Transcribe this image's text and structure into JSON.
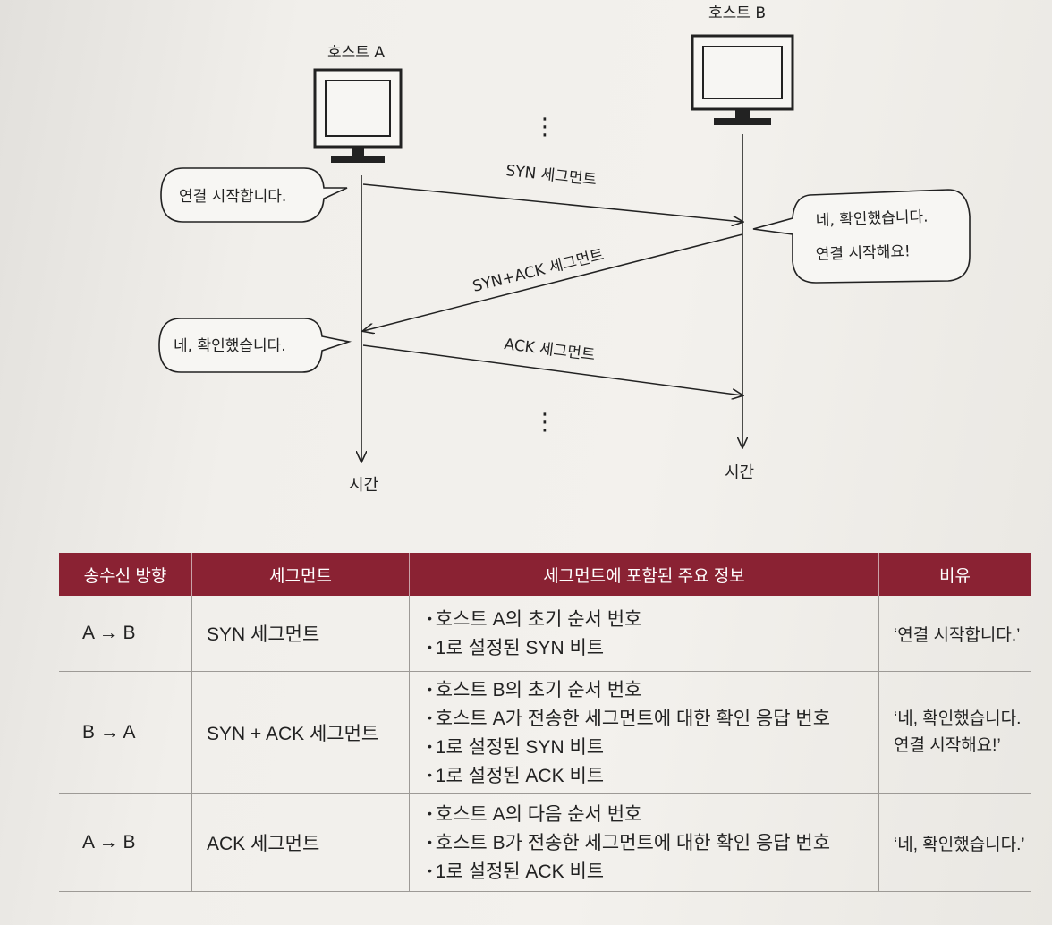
{
  "diagram": {
    "host_a_label": "호스트 A",
    "host_b_label": "호스트 B",
    "arrows": {
      "syn": "SYN 세그먼트",
      "syn_ack": "SYN+ACK 세그먼트",
      "ack": "ACK 세그먼트"
    },
    "bubbles": {
      "a_start": "연결 시작합니다.",
      "b_line1": "네, 확인했습니다.",
      "b_line2": "연결 시작해요!",
      "a_confirm": "네, 확인했습니다."
    },
    "time_label_a": "시간",
    "time_label_b": "시간",
    "ellipsis": "⋮"
  },
  "table": {
    "headers": [
      "송수신 방향",
      "세그먼트",
      "세그먼트에 포함된 주요 정보",
      "비유"
    ],
    "rows": [
      {
        "direction": "A → B",
        "segment": "SYN 세그먼트",
        "info": [
          "호스트 A의 초기 순서 번호",
          "1로 설정된 SYN 비트"
        ],
        "analogy_line1": "‘연결 시작합니다.’",
        "analogy_line2": ""
      },
      {
        "direction": "B → A",
        "segment": "SYN + ACK 세그먼트",
        "info": [
          "호스트 B의 초기 순서 번호",
          "호스트 A가 전송한 세그먼트에 대한 확인 응답 번호",
          "1로 설정된 SYN 비트",
          "1로 설정된 ACK 비트"
        ],
        "analogy_line1": "‘네, 확인했습니다.",
        "analogy_line2": "연결 시작해요!’"
      },
      {
        "direction": "A → B",
        "segment": "ACK 세그먼트",
        "info": [
          "호스트 A의 다음 순서 번호",
          "호스트 B가 전송한 세그먼트에 대한 확인 응답 번호",
          "1로 설정된 ACK 비트"
        ],
        "analogy_line1": "‘네, 확인했습니다.’",
        "analogy_line2": ""
      }
    ]
  }
}
